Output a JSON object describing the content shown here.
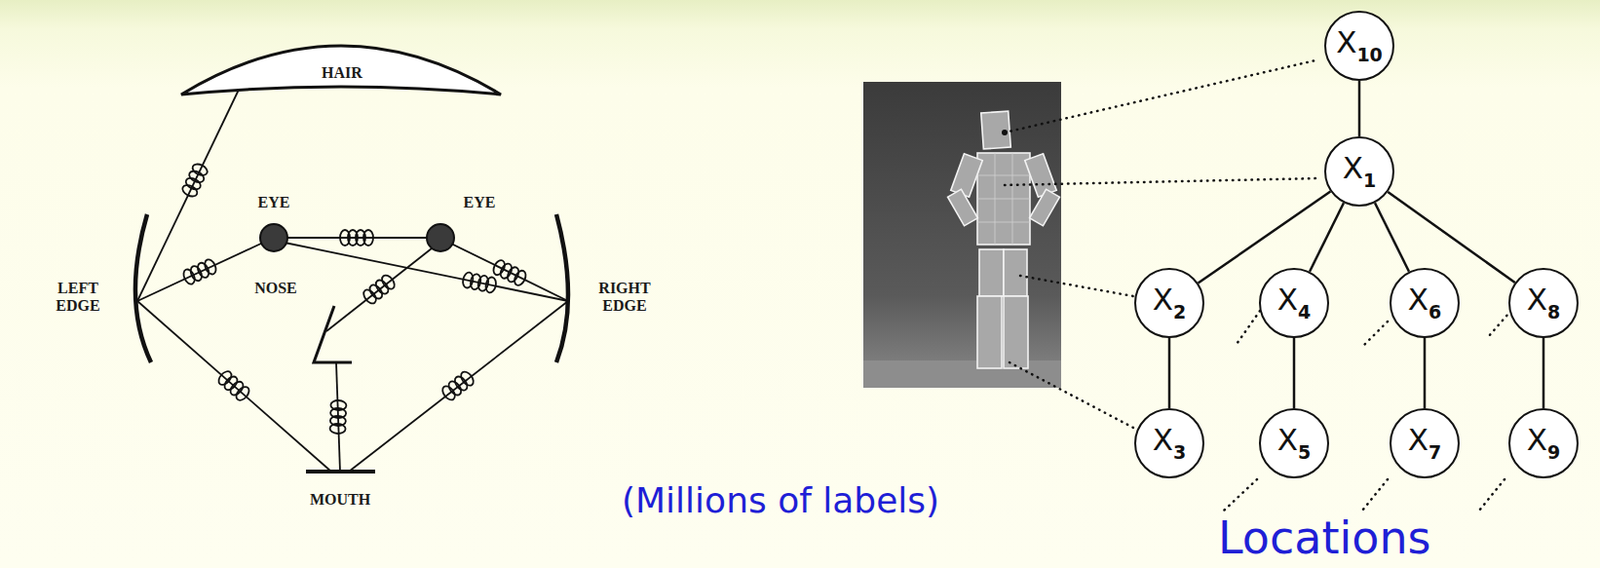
{
  "diagram": {
    "nodes": [
      {
        "text": [
          "X",
          "10"
        ]
      },
      {
        "text": [
          "X",
          "1"
        ]
      },
      {
        "text": [
          "X",
          "2"
        ]
      },
      {
        "text": [
          "X",
          "4"
        ]
      },
      {
        "text": [
          "X",
          "6"
        ]
      },
      {
        "text": [
          "X",
          "8"
        ]
      },
      {
        "text": [
          "X",
          "3"
        ]
      },
      {
        "text": [
          "X",
          "5"
        ]
      },
      {
        "text": [
          "X",
          "7"
        ]
      },
      {
        "text": [
          "X",
          "9"
        ]
      }
    ],
    "edges": [
      {
        "from": 0,
        "to": 1,
        "arrow": "none"
      },
      {
        "from": 1,
        "to": 2,
        "arrow": "none"
      },
      {
        "from": 1,
        "to": 3,
        "arrow": "none"
      },
      {
        "from": 1,
        "to": 4,
        "arrow": "none"
      },
      {
        "from": 1,
        "to": 5,
        "arrow": "none"
      },
      {
        "from": 2,
        "to": 6,
        "arrow": "none"
      },
      {
        "from": 3,
        "to": 7,
        "arrow": "none"
      },
      {
        "from": 4,
        "to": 8,
        "arrow": "none"
      },
      {
        "from": 5,
        "to": 9,
        "arrow": "none"
      }
    ],
    "labels": [
      "HAIR",
      "EYE",
      "EYE",
      "LEFT EDGE",
      "RIGHT EDGE",
      "NOSE",
      "MOUTH",
      "(Millions of labels)",
      "Locations"
    ]
  }
}
